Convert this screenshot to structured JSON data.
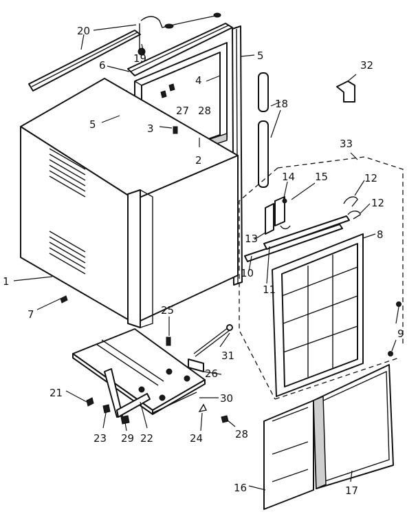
{
  "diagram": {
    "callouts": [
      "20",
      "19",
      "6",
      "5",
      "4",
      "27",
      "28",
      "3",
      "2",
      "5",
      "18",
      "32",
      "33",
      "14",
      "15",
      "12",
      "12",
      "13",
      "8",
      "10",
      "11",
      "1",
      "7",
      "25",
      "31",
      "26",
      "9",
      "21",
      "30",
      "23",
      "29",
      "22",
      "24",
      "28",
      "16",
      "17"
    ]
  }
}
